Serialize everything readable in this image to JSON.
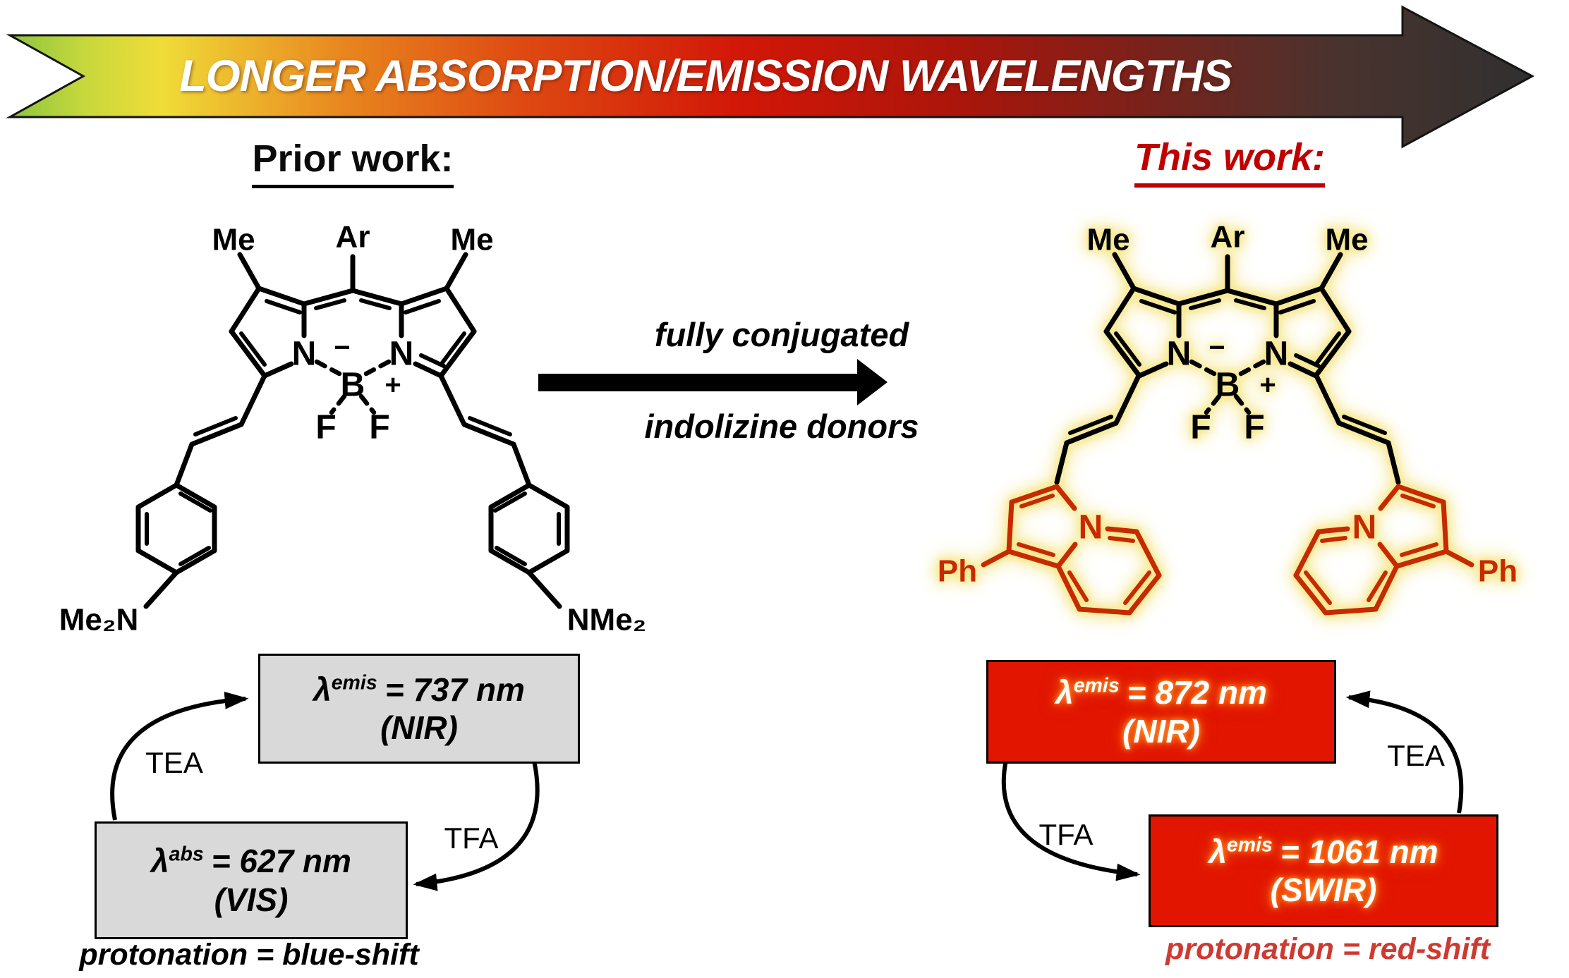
{
  "banner": {
    "label": "LONGER ABSORPTION/EMISSION WAVELENGTHS"
  },
  "headings": {
    "prior": "Prior work:",
    "this_work": "This work:"
  },
  "transformation": {
    "line1": "fully conjugated",
    "line2": "indolizine donors"
  },
  "atoms": {
    "me": "Me",
    "ar": "Ar",
    "n": "N",
    "b": "B",
    "f": "F",
    "minus": "−",
    "plus": "+",
    "me2n": "Me₂N",
    "nme2": "NMe₂",
    "ph": "Ph"
  },
  "prior_cycle": {
    "emis_box": {
      "lambda": "λ",
      "sup": "emis",
      "value": "= 737 nm",
      "range": "(NIR)"
    },
    "abs_box": {
      "lambda": "λ",
      "sup": "abs",
      "value": "= 627 nm",
      "range": "(VIS)"
    },
    "tea": "TEA",
    "tfa": "TFA",
    "caption": "protonation = blue-shift"
  },
  "this_cycle": {
    "emis_box": {
      "lambda": "λ",
      "sup": "emis",
      "value": "= 872 nm",
      "range": "(NIR)"
    },
    "swir_box": {
      "lambda": "λ",
      "sup": "emis",
      "value": "= 1061 nm",
      "range": "(SWIR)"
    },
    "tea": "TEA",
    "tfa": "TFA",
    "caption": "protonation = red-shift"
  },
  "colors": {
    "accent_red": "#C00000",
    "result_box_red": "#E11500",
    "gray_box": "#D9D9D9",
    "structure_red": "#C62A00",
    "glow_yellow": "#F5E47E",
    "caption_red": "#CE3A31",
    "banner_gradient": [
      "#8CC63E",
      "#F0DC38",
      "#E8851E",
      "#D21708",
      "#7C211A",
      "#303030"
    ]
  }
}
